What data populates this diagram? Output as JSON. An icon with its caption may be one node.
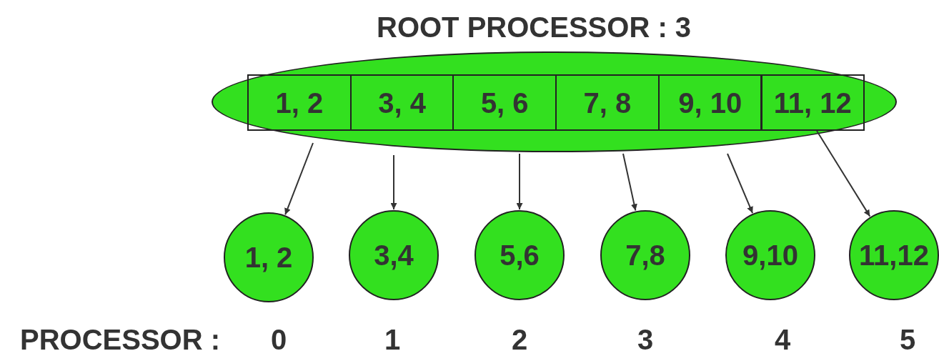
{
  "diagram": {
    "title": "ROOT PROCESSOR : 3",
    "nodes": [
      {
        "text": [],
        "shape": "ellipse"
      },
      {
        "text": [
          "1, 2"
        ],
        "in": 0
      },
      {
        "text": [
          "3, 4"
        ],
        "in": 0
      },
      {
        "text": [
          "5, 6"
        ],
        "in": 0
      },
      {
        "text": [
          "7, 8"
        ],
        "in": 0
      },
      {
        "text": [
          "9, 10"
        ],
        "in": 0
      },
      {
        "text": [
          "11, 12"
        ],
        "in": 0
      },
      {
        "text": [
          "1, 2"
        ]
      },
      {
        "text": [
          "3,4"
        ]
      },
      {
        "text": [
          "5,6"
        ]
      },
      {
        "text": [
          "7,8"
        ]
      },
      {
        "text": [
          "9,10"
        ]
      },
      {
        "text": [
          "11,12"
        ]
      }
    ],
    "edges": [
      {
        "from": 1,
        "to": 7,
        "arrow": "to"
      },
      {
        "from": 2,
        "to": 8,
        "arrow": "to"
      },
      {
        "from": 3,
        "to": 9,
        "arrow": "to"
      },
      {
        "from": 4,
        "to": 10,
        "arrow": "to"
      },
      {
        "from": 5,
        "to": 11,
        "arrow": "to"
      },
      {
        "from": 6,
        "to": 12,
        "arrow": "to"
      }
    ],
    "labels": [
      "PROCESSOR :",
      "0",
      "1",
      "2",
      "3",
      "4",
      "5"
    ]
  }
}
